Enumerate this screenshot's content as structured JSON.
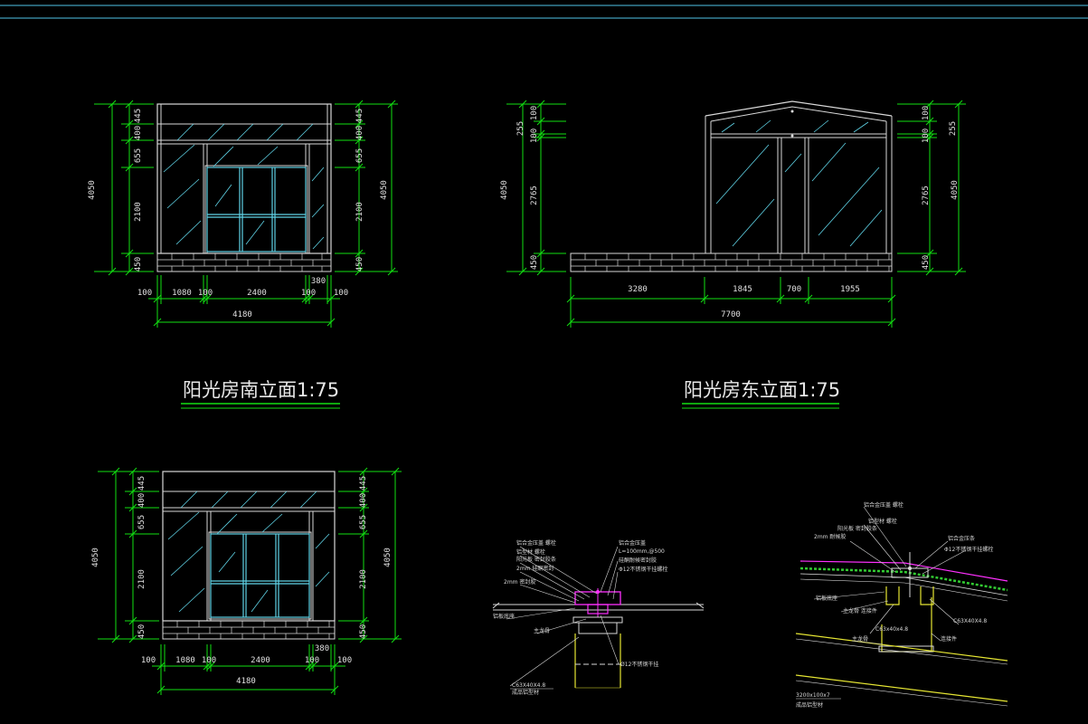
{
  "titles": {
    "south": "阳光房南立面1:75",
    "east": "阳光房东立面1:75"
  },
  "south_elevation": {
    "vert_dims": [
      "445",
      "400",
      "655",
      "2100",
      "450"
    ],
    "total_height": "4050",
    "horiz_dims": [
      "100",
      "1080",
      "100",
      "2400",
      "100",
      "100"
    ],
    "label_380": "380",
    "total_width": "4180"
  },
  "east_elevation": {
    "vert_dims": [
      "100",
      "255",
      "100",
      "2765",
      "450"
    ],
    "total_height": "4050",
    "horiz_dims": [
      "3280",
      "1845",
      "700",
      "1955"
    ],
    "total_width": "7700"
  },
  "north_elevation": {
    "vert_dims": [
      "445",
      "400",
      "655",
      "2100",
      "450"
    ],
    "total_height": "4050",
    "horiz_dims": [
      "100",
      "1080",
      "100",
      "2400",
      "100",
      "100"
    ],
    "label_380": "380",
    "total_width": "4180"
  },
  "detail_a": {
    "notes": [
      "铝合金压盖",
      "L=100mm,@500",
      "Φ12不锈钢干挂螺栓",
      "Ø12不锈钢干挂"
    ],
    "bottom_label": "C63X40X4.8",
    "bottom_sub": "成品铝型材"
  },
  "detail_b": {
    "notes": [
      "铝合金压条",
      "Φ12不锈钢干挂螺栓",
      "C63x40x4.8",
      "C63X40X4.8"
    ],
    "bottom_label": "3200x100x7"
  }
}
